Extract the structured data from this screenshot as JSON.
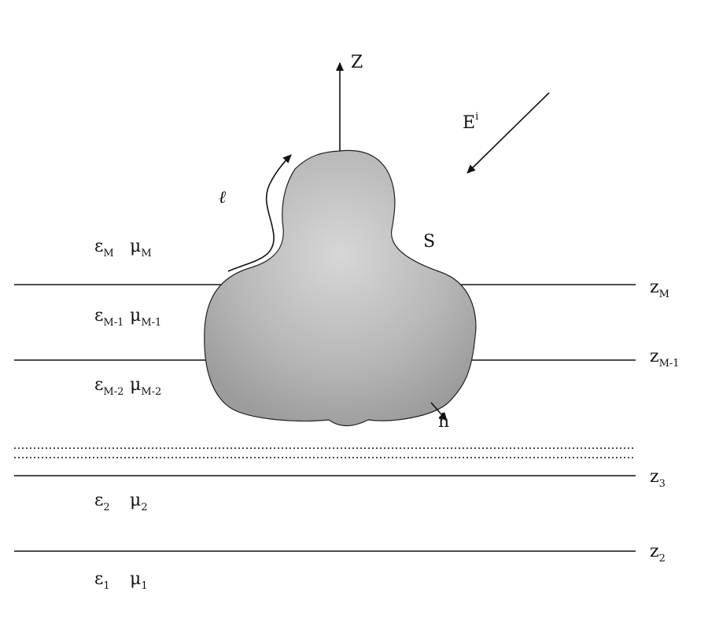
{
  "axis": {
    "label": "Z"
  },
  "incident_field": {
    "base": "E",
    "sup": "i"
  },
  "body": {
    "label": "S",
    "normal_label": "n̂"
  },
  "contour": {
    "label": "ℓ"
  },
  "layers": [
    {
      "eps_base": "ε",
      "eps_sub": "M",
      "mu_base": "μ",
      "mu_sub": "M"
    },
    {
      "eps_base": "ε",
      "eps_sub": "M-1",
      "mu_base": "μ",
      "mu_sub": "M-1"
    },
    {
      "eps_base": "ε",
      "eps_sub": "M-2",
      "mu_base": "μ",
      "mu_sub": "M-2"
    },
    {
      "eps_base": "ε",
      "eps_sub": "2",
      "mu_base": "μ",
      "mu_sub": "2"
    },
    {
      "eps_base": "ε",
      "eps_sub": "1",
      "mu_base": "μ",
      "mu_sub": "1"
    }
  ],
  "interfaces": [
    {
      "base": "z",
      "sub": "M"
    },
    {
      "base": "z",
      "sub": "M-1"
    },
    {
      "base": "z",
      "sub": "3"
    },
    {
      "base": "z",
      "sub": "2"
    }
  ]
}
